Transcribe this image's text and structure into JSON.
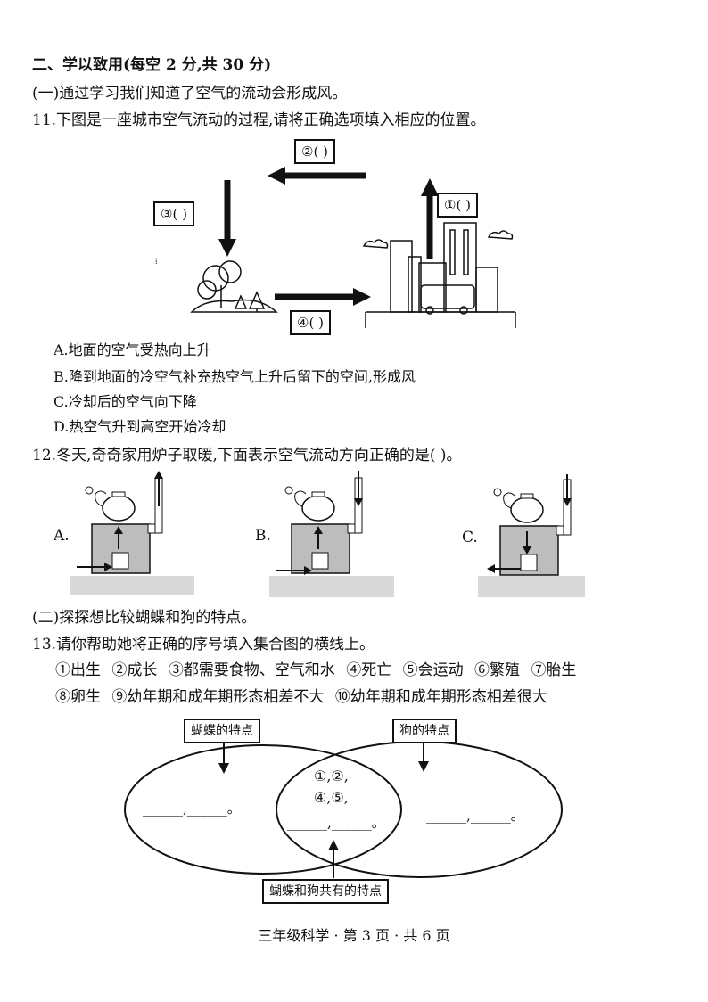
{
  "section2": {
    "heading": "二、学以致用(每空 2 分,共 30 分)",
    "part1": "(一)通过学习我们知道了空气的流动会形成风。"
  },
  "q11": {
    "stem": "11.下图是一座城市空气流动的过程,请将正确选项填入相应的位置。",
    "blank1": "①(     )",
    "blank2": "②(     )",
    "blank3": "③(     )",
    "blank4": "④(     )",
    "options": [
      "A.地面的空气受热向上升",
      "B.降到地面的冷空气补充热空气上升后留下的空间,形成风",
      "C.冷却后的空气向下降",
      "D.热空气升到高空开始冷却"
    ]
  },
  "q12": {
    "stem": "12.冬天,奇奇家用炉子取暖,下面表示空气流动方向正确的是(         )。",
    "labels": [
      "A.",
      "B.",
      "C."
    ]
  },
  "part2": "(二)探探想比较蝴蝶和狗的特点。",
  "q13": {
    "stem": "13.请你帮助她将正确的序号填入集合图的横线上。",
    "items_row1": [
      "①出生",
      "②成长",
      "③都需要食物、空气和水",
      "④死亡",
      "⑤会运动",
      "⑥繁殖",
      "⑦胎生"
    ],
    "items_row2": [
      "⑧卵生",
      "⑨幼年期和成年期形态相差不大",
      "⑩幼年期和成年期形态相差很大"
    ],
    "butterfly_label": "蝴蝶的特点",
    "dog_label": "狗的特点",
    "common_label": "蝴蝶和狗共有的特点",
    "center_line1": "①,②,",
    "center_line2": "④,⑤,",
    "left_blank": "______,______。",
    "center_blank": "______,______。",
    "right_blank": "______,______。"
  },
  "footer": "三年级科学 · 第 3 页 · 共 6 页"
}
